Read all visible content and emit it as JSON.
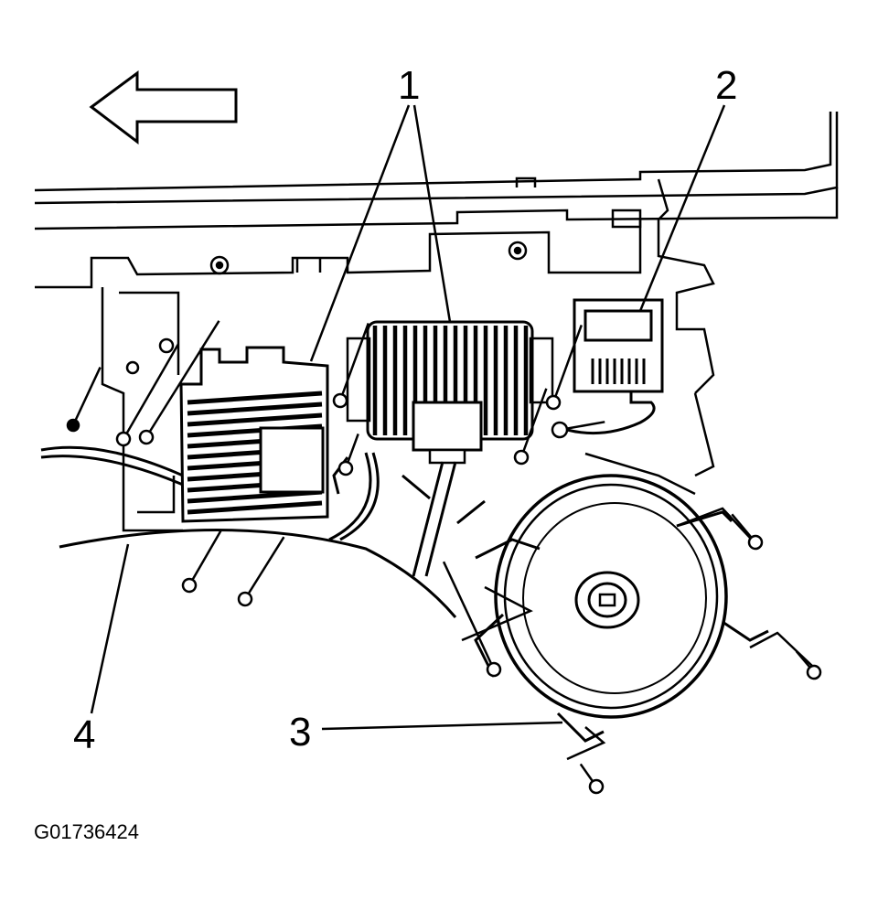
{
  "callouts": {
    "c1": "1",
    "c2": "2",
    "c3": "3",
    "c4": "4"
  },
  "figure_id": "G01736424",
  "colors": {
    "ink": "#000000",
    "paper": "#ffffff"
  },
  "icons": {
    "direction": "arrow-left-icon"
  }
}
